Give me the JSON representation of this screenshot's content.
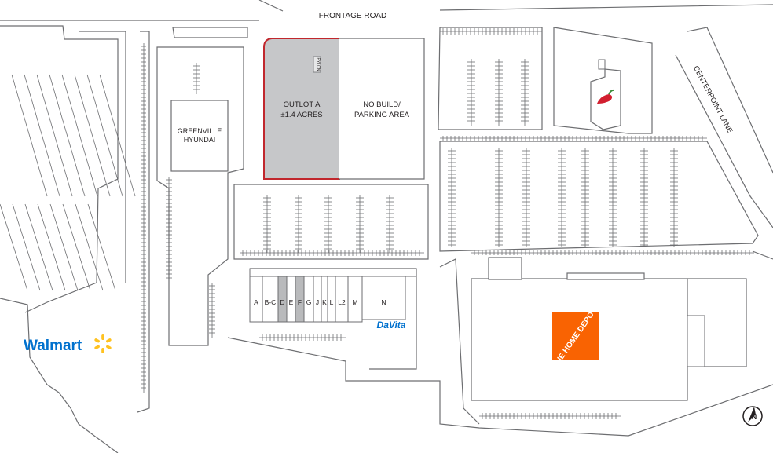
{
  "map": {
    "road_north": "FRONTAGE ROAD",
    "road_east": "CENTERPOINT LANE",
    "outlot_title": "OUTLOT A",
    "outlot_area": "±1.4 ACRES",
    "pylon": "PYLON",
    "no_build_line1": "NO BUILD/",
    "no_build_line2": "PARKING AREA",
    "hyundai_line1": "GREENVILLE",
    "hyundai_line2": "HYUNDAI",
    "walmart": "Walmart",
    "davita": "DaVita",
    "home_depot": "THE HOME DEPOT",
    "north_arrow": "N"
  },
  "suites": [
    {
      "label": "A",
      "highlighted": false
    },
    {
      "label": "B-C",
      "highlighted": false
    },
    {
      "label": "D",
      "highlighted": true
    },
    {
      "label": "E",
      "highlighted": false
    },
    {
      "label": "F",
      "highlighted": true
    },
    {
      "label": "G",
      "highlighted": false
    },
    {
      "label": "J",
      "highlighted": false
    },
    {
      "label": "K",
      "highlighted": false
    },
    {
      "label": "L",
      "highlighted": false
    },
    {
      "label": "L2",
      "highlighted": false
    },
    {
      "label": "M",
      "highlighted": false
    },
    {
      "label": "N",
      "highlighted": false
    }
  ],
  "colors": {
    "outlot_fill": "#c6c7c9",
    "outlot_border": "#c1272d",
    "suite_highlight": "#b9babc",
    "walmart_blue": "#0071ce",
    "walmart_spark": "#ffc220",
    "home_depot_orange": "#f96302",
    "chilis_red": "#d21f2f",
    "chilis_green": "#3a8d3a",
    "line": "#6d6e71"
  }
}
